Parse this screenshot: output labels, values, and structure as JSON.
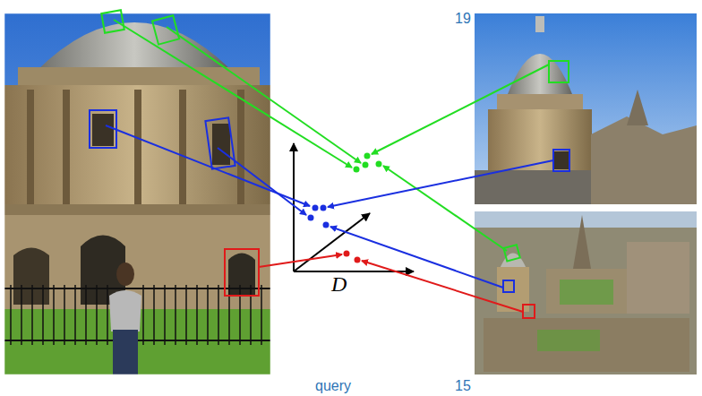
{
  "diagram": {
    "labels": [
      "19",
      "query",
      "15",
      "D"
    ]
  }
}
